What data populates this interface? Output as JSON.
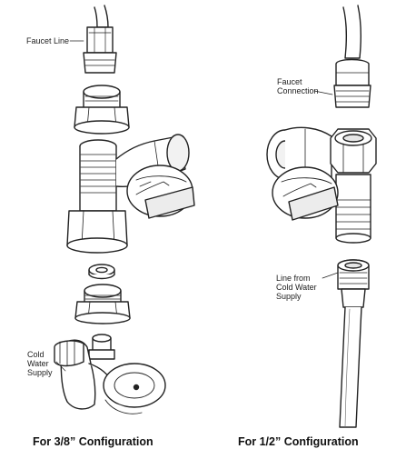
{
  "labels": {
    "faucet_line": "Faucet Line",
    "cold_water_supply_left": "Cold\nWater\nSupply",
    "faucet_connection": "Faucet\nConnection",
    "line_from_cold_water_supply": "Line from\nCold Water\nSupply"
  },
  "captions": {
    "left": "For 3/8” Configuration",
    "right": "For 1/2” Configuration"
  },
  "colors": {
    "stroke": "#222222",
    "fill": "#ffffff",
    "shade": "#d9d9d9"
  }
}
